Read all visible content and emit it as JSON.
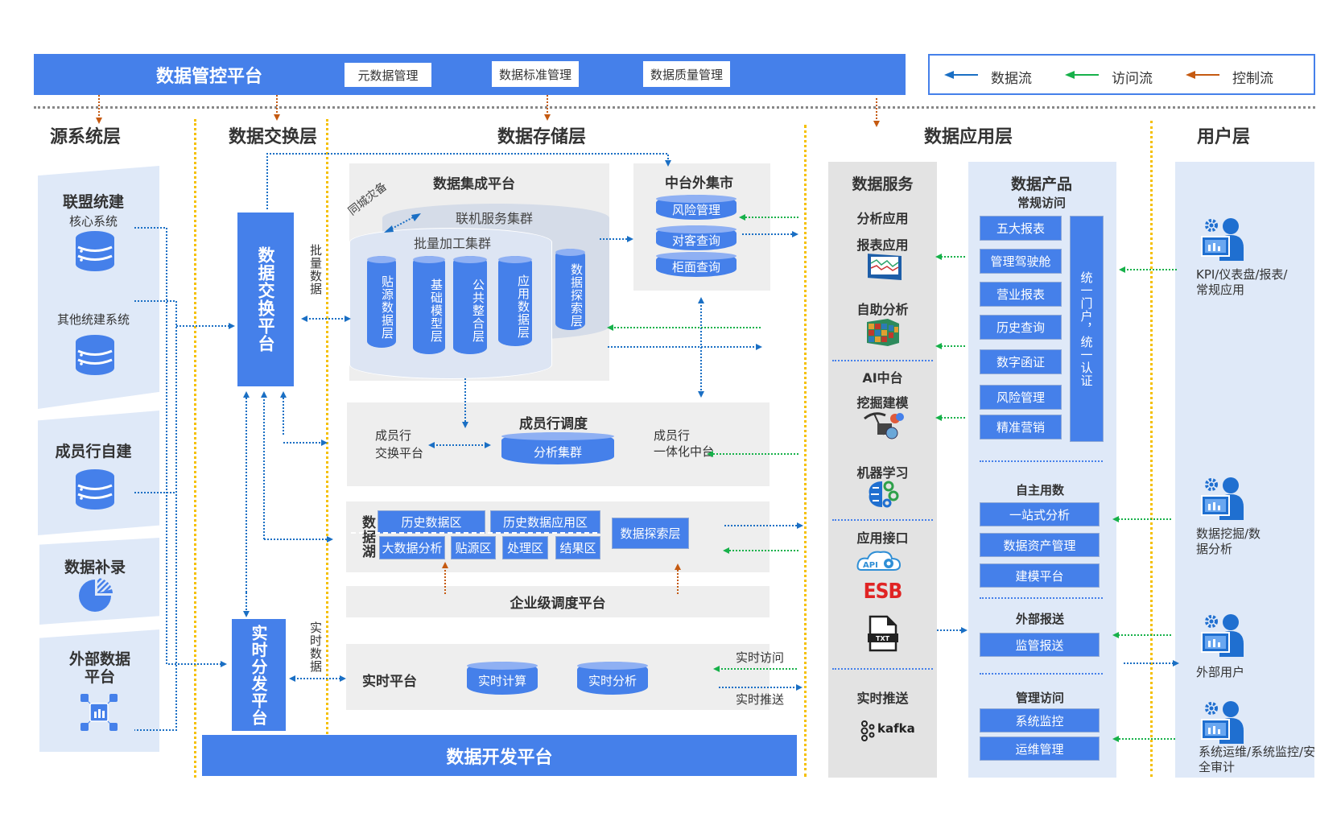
{
  "top_bar": {
    "title": "数据管控平台",
    "buttons": [
      "元数据管理",
      "数据标准管理",
      "数据质量管理"
    ]
  },
  "legend": {
    "items": [
      {
        "label": "数据流",
        "color": "#1a6fc4"
      },
      {
        "label": "访问流",
        "color": "#17b14a"
      },
      {
        "label": "控制流",
        "color": "#c55a11"
      }
    ]
  },
  "layers": {
    "source": "源系统层",
    "exchange": "数据交换层",
    "storage": "数据存储层",
    "application": "数据应用层",
    "user": "用户层"
  },
  "source_layer": {
    "alliance": {
      "title": "联盟统建",
      "core": "核心系统",
      "other": "其他统建系统"
    },
    "member_self": {
      "title": "成员行自建"
    },
    "supplement": {
      "title": "数据补录"
    },
    "external": {
      "title": "外部数据\n平台",
      "title_line1": "外部数据",
      "title_line2": "平台"
    }
  },
  "exchange_layer": {
    "exchange_platform": "数据交换平台",
    "batch_data": "批量数据",
    "realtime_platform": "实时分发平台",
    "realtime_data": "实时数据"
  },
  "storage_layer": {
    "integration": {
      "title": "数据集成平台",
      "online_cluster": "联机服务集群",
      "batch_cluster": "批量加工集群",
      "dr_label": "同城灾备",
      "layers": [
        "贴源数据层",
        "基础模型层",
        "公共整合层",
        "应用数据层"
      ],
      "explore": "数据探索层"
    },
    "mart": {
      "title": "中台外集市",
      "items": [
        "风险管理",
        "对客查询",
        "柜面查询"
      ]
    },
    "member_schedule": {
      "title": "成员行调度",
      "left": [
        "成员行",
        "交换平台"
      ],
      "cluster": "分析集群",
      "right": [
        "成员行",
        "一体化中台"
      ]
    },
    "data_lake": {
      "title": "数据湖",
      "top_zones": [
        "历史数据区",
        "历史数据应用区"
      ],
      "bottom_zones": [
        "大数据分析",
        "贴源区",
        "处理区",
        "结果区"
      ],
      "explore": "数据探索层"
    },
    "enterprise_schedule": "企业级调度平台",
    "realtime": {
      "title": "实时平台",
      "items": [
        "实时计算",
        "实时分析"
      ],
      "access": "实时访问",
      "push": "实时推送"
    },
    "dev_platform": "数据开发平台"
  },
  "data_service": {
    "title": "数据服务",
    "analysis_app": "分析应用",
    "report_app": "报表应用",
    "self_analysis": "自助分析",
    "ai_center": "AI中台",
    "mining": "挖掘建模",
    "ml": "机器学习",
    "app_interface": "应用接口",
    "api_label": "API",
    "esb_label": "ESB",
    "txt_label": "TXT",
    "realtime_push": "实时推送",
    "kafka_label": "kafka"
  },
  "data_product": {
    "title": "数据产品",
    "regular_access": {
      "title": "常规访问",
      "items": [
        "五大报表",
        "管理驾驶舱",
        "营业报表",
        "历史查询",
        "数字函证",
        "风险管理",
        "精准营销"
      ],
      "portal": "统一门户，统一认证"
    },
    "self_service": {
      "title": "自主用数",
      "items": [
        "一站式分析",
        "数据资产管理",
        "建模平台"
      ]
    },
    "external_report": {
      "title": "外部报送",
      "items": [
        "监管报送"
      ]
    },
    "management": {
      "title": "管理访问",
      "items": [
        "系统监控",
        "运维管理"
      ]
    }
  },
  "user_layer": {
    "users": [
      {
        "label": "KPI/仪表盘/报表/常规应用"
      },
      {
        "label": "数据挖掘/数据分析"
      },
      {
        "label": "外部用户"
      },
      {
        "label": "系统运维/系统监控/安全审计"
      }
    ]
  },
  "colors": {
    "primary_blue": "#4580ea",
    "data_flow": "#1a6fc4",
    "access_flow": "#17b14a",
    "control_flow": "#c55a11",
    "divider_yellow": "#f5c000"
  }
}
